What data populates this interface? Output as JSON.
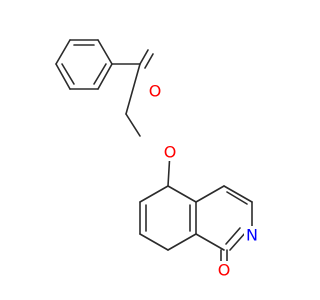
{
  "molecule": {
    "atoms": {
      "o_ketone": {
        "symbol": "O",
        "color": "#ff0000"
      },
      "o_ether": {
        "symbol": "O",
        "color": "#ff0000"
      },
      "o_lactam": {
        "symbol": "O",
        "color": "#ff0000"
      },
      "n_ring": {
        "symbol": "N",
        "color": "#0000ff"
      }
    },
    "bond_color": "#2b2b2b"
  }
}
